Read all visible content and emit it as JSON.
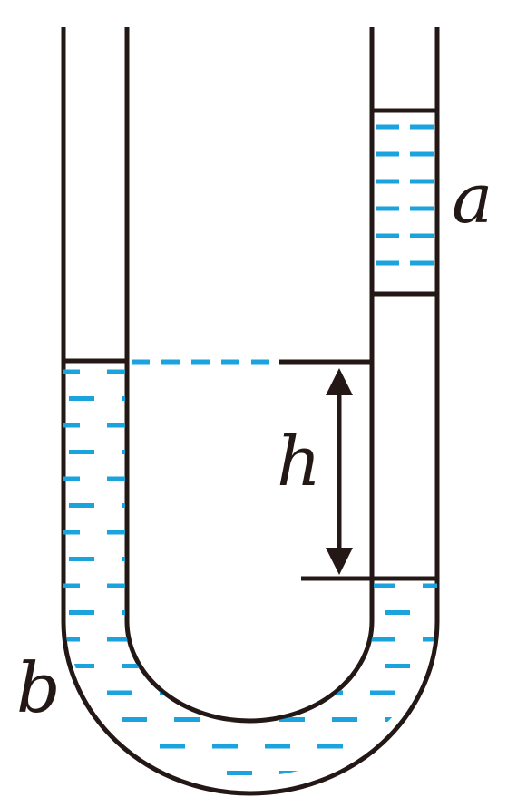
{
  "labels": {
    "a": "a",
    "b": "b",
    "h": "h"
  },
  "colors": {
    "tube": "#231815",
    "liquid": "#1aa3dc",
    "background": "#ffffff"
  },
  "icons": {
    "arrow": "double-headed-arrow"
  }
}
